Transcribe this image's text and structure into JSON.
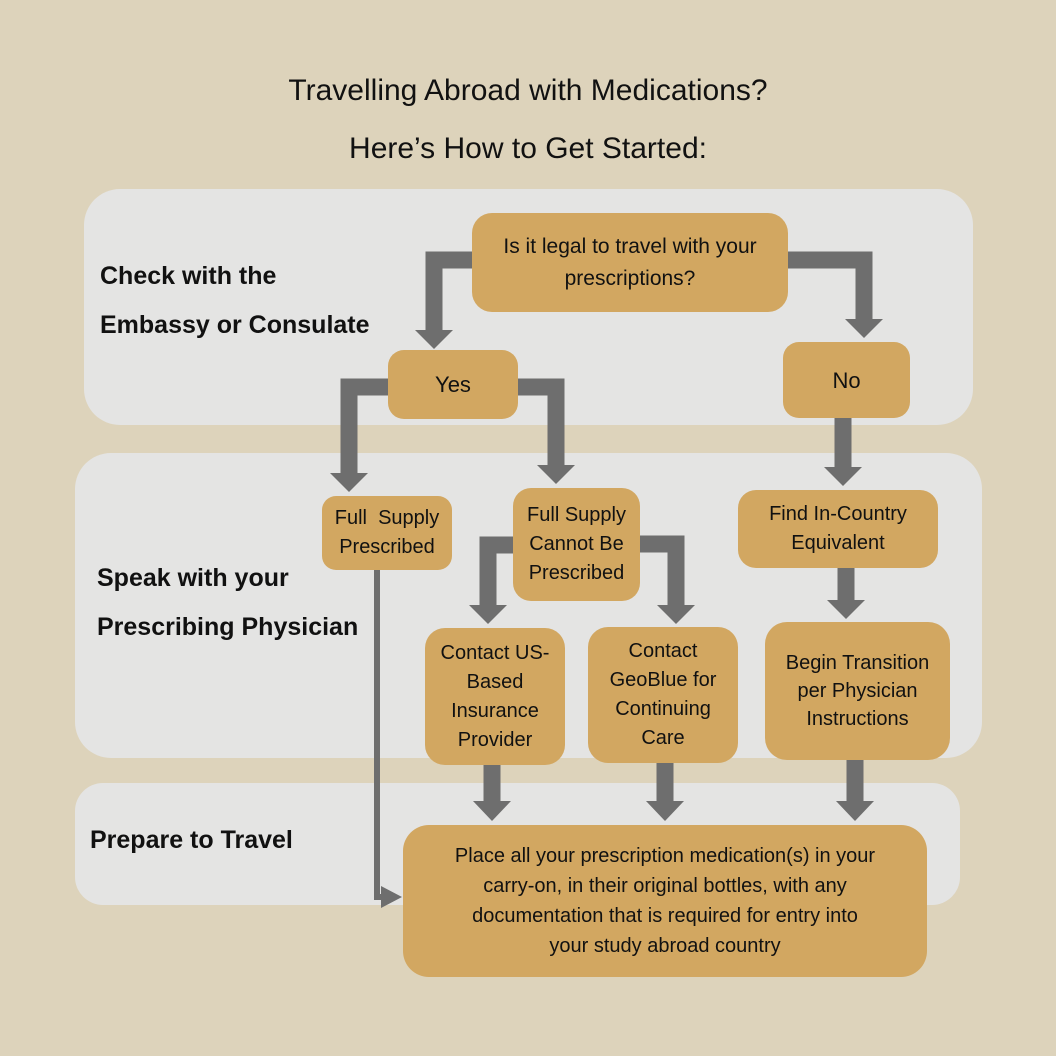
{
  "title": {
    "line1": "Travelling Abroad with Medications?",
    "line2": "Here’s How to Get Started:"
  },
  "sections": [
    {
      "id": "embassy",
      "label_lines": [
        "Check with the",
        "Embassy or Consulate"
      ]
    },
    {
      "id": "physician",
      "label_lines": [
        "Speak with your",
        "Prescribing Physician"
      ]
    },
    {
      "id": "travel",
      "label_lines": [
        "Prepare to Travel"
      ]
    }
  ],
  "nodes": {
    "question": {
      "lines": [
        "Is it legal to travel with your",
        "prescriptions?"
      ]
    },
    "yes": {
      "lines": [
        "Yes"
      ]
    },
    "no": {
      "lines": [
        "No"
      ]
    },
    "full_supply_prescribed": {
      "lines": [
        "Full  Supply",
        "Prescribed"
      ]
    },
    "full_supply_cannot": {
      "lines": [
        "Full Supply",
        "Cannot Be",
        "Prescribed"
      ]
    },
    "find_equivalent": {
      "lines": [
        "Find In-Country",
        "Equivalent"
      ]
    },
    "contact_us_insurance": {
      "lines": [
        "Contact US-",
        "Based",
        "Insurance",
        "Provider"
      ]
    },
    "contact_geoblue": {
      "lines": [
        "Contact",
        "GeoBlue for",
        "Continuing",
        "Care"
      ]
    },
    "begin_transition": {
      "lines": [
        "Begin Transition",
        "per Physician",
        "Instructions"
      ]
    },
    "prepare": {
      "lines": [
        "Place all your prescription medication(s) in your",
        "carry-on, in their original bottles, with any",
        "documentation that is required for entry into",
        "your study abroad country"
      ]
    }
  },
  "colors": {
    "bg": "#ddd3bb",
    "panel": "#e4e4e3",
    "node": "#d2a761",
    "arrow": "#6e6e6e",
    "text": "#111111"
  }
}
